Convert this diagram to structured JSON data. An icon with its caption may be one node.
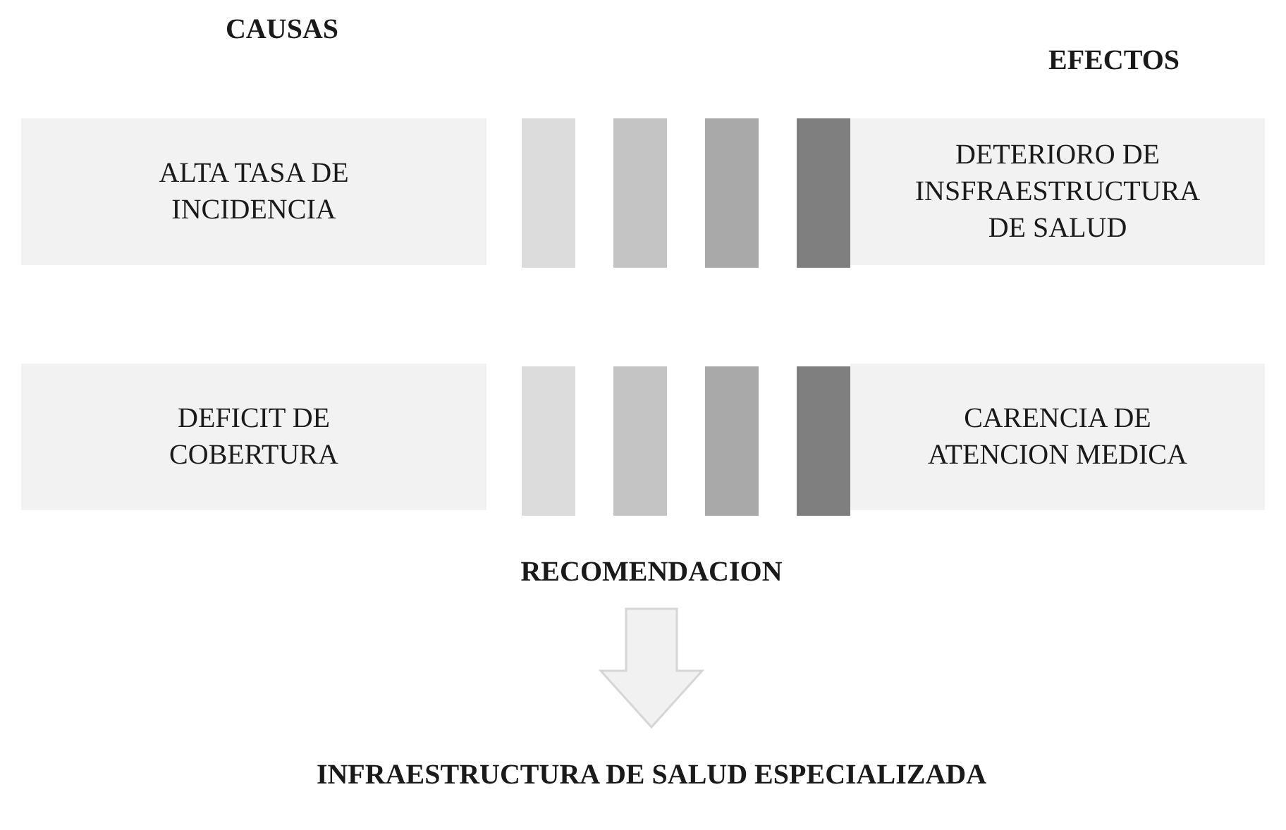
{
  "diagram": {
    "nodes": [
      {
        "text": [
          "ALTA TASA DE INCIDENCIA"
        ]
      },
      {
        "text": [],
        "shape": "bar"
      },
      {
        "text": [],
        "shape": "bar"
      },
      {
        "text": [],
        "shape": "bar"
      },
      {
        "text": [],
        "shape": "bar"
      },
      {
        "text": [
          "DETERIORO DE INSFRAESTRUCTURA DE SALUD"
        ]
      },
      {
        "text": [
          "DEFICIT DE COBERTURA"
        ]
      },
      {
        "text": [],
        "shape": "bar"
      },
      {
        "text": [],
        "shape": "bar"
      },
      {
        "text": [],
        "shape": "bar"
      },
      {
        "text": [],
        "shape": "bar"
      },
      {
        "text": [
          "CARENCIA DE ATENCION MEDICA"
        ]
      },
      {
        "text": [
          "RECOMENDACION"
        ]
      },
      {
        "text": [
          "INFRAESTRUCTURA DE SALUD ESPECIALIZADA"
        ]
      }
    ],
    "edges": [
      {
        "from": 12,
        "to": 13,
        "arrow": "to"
      }
    ],
    "labels": [
      "CAUSAS",
      "EFECTOS"
    ]
  }
}
